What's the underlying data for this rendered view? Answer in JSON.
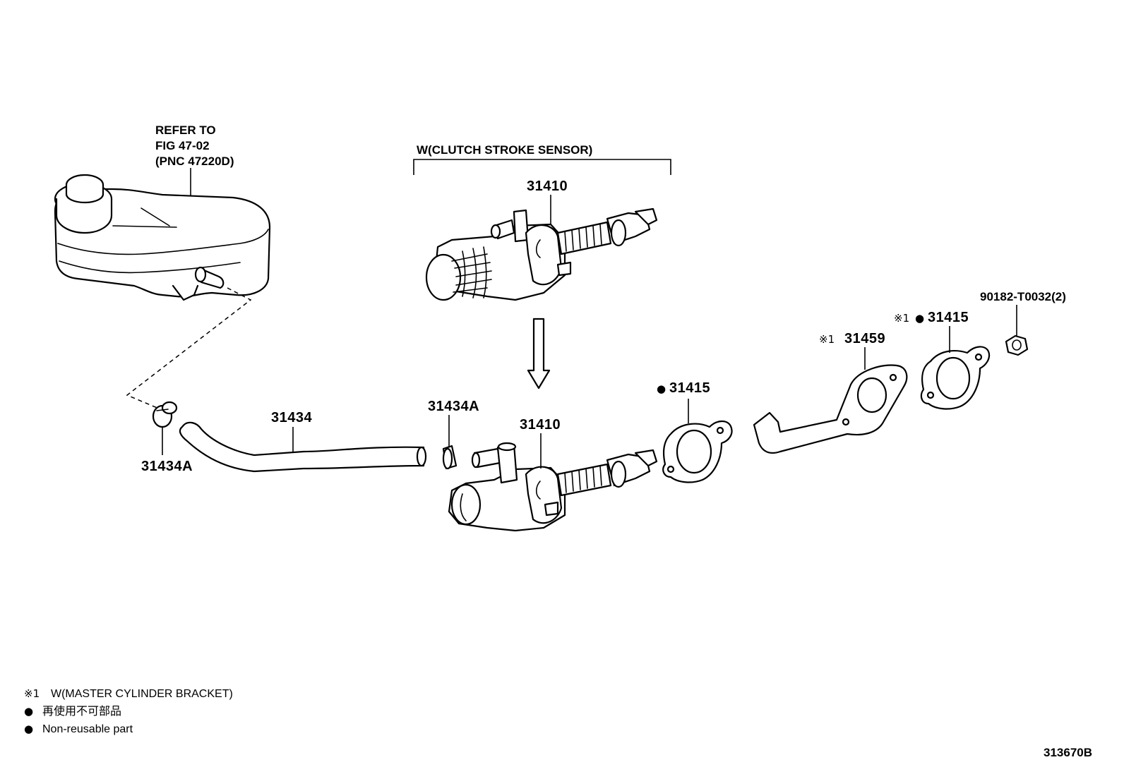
{
  "diagram": {
    "reservoir_note": [
      "REFER TO",
      "FIG 47-02",
      "(PNC 47220D)"
    ],
    "sensor_variant_label": "W(CLUTCH STROKE SENSOR)",
    "parts": {
      "master_cylinder_sensor": "31410",
      "master_cylinder": "31410",
      "hose": "31434",
      "clamp_left": "31434A",
      "clamp_right": "31434A",
      "gasket_main": "31415",
      "bracket": "31459",
      "gasket_bracket": "31415",
      "nut": "90182-T0032(2)"
    },
    "markers": {
      "ref_mark": "※1",
      "non_reusable_mark": "●"
    },
    "legend": {
      "item1_mark": "※1",
      "item1_text": "W(MASTER CYLINDER BRACKET)",
      "item2_mark": "●",
      "item2_text": "再使用不可部品",
      "item3_mark": "●",
      "item3_text": "Non-reusable part"
    },
    "figure_id": "313670B"
  }
}
